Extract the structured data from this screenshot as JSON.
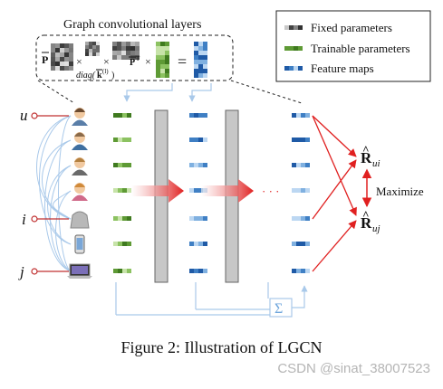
{
  "title": "Graph convolutional layers",
  "formula": {
    "p_bar": "P",
    "times": "×",
    "diag": "diag(",
    "k_vec": "k",
    "k_sup": "(l)",
    "diag_close": ")",
    "p_bar_t": "P",
    "t_sup": "T",
    "equals": "="
  },
  "legend": {
    "fixed": "Fixed parameters",
    "trainable": "Trainable parameters",
    "feature": "Feature maps"
  },
  "node_labels": {
    "u": "u",
    "i": "i",
    "j": "j"
  },
  "node_icons": [
    "user-icon",
    "user-icon",
    "user-icon",
    "user-icon",
    "hoodie-icon",
    "phone-icon",
    "laptop-icon"
  ],
  "ellipsis": "· · ·",
  "sum_symbol": "Σ",
  "r_ui": {
    "base": "R",
    "hat": "^",
    "sub": "ui"
  },
  "r_uj": {
    "base": "R",
    "hat": "^",
    "sub": "uj"
  },
  "maximize": "Maximize",
  "caption": "Figure 2: Illustration of LGCN",
  "watermark": "CSDN @sinat_38007523",
  "colors": {
    "fixed_dark": "#2b2b2b",
    "fixed_mid": "#8a8a8a",
    "trainable_dark": "#3f7a1f",
    "trainable_light": "#9fcf6f",
    "feature_dark": "#1f5aa6",
    "feature_light": "#8ab8e6",
    "arrow_red": "#e02020",
    "link_blue": "#a9c9ea",
    "bar_gray": "#c7c7c7"
  }
}
